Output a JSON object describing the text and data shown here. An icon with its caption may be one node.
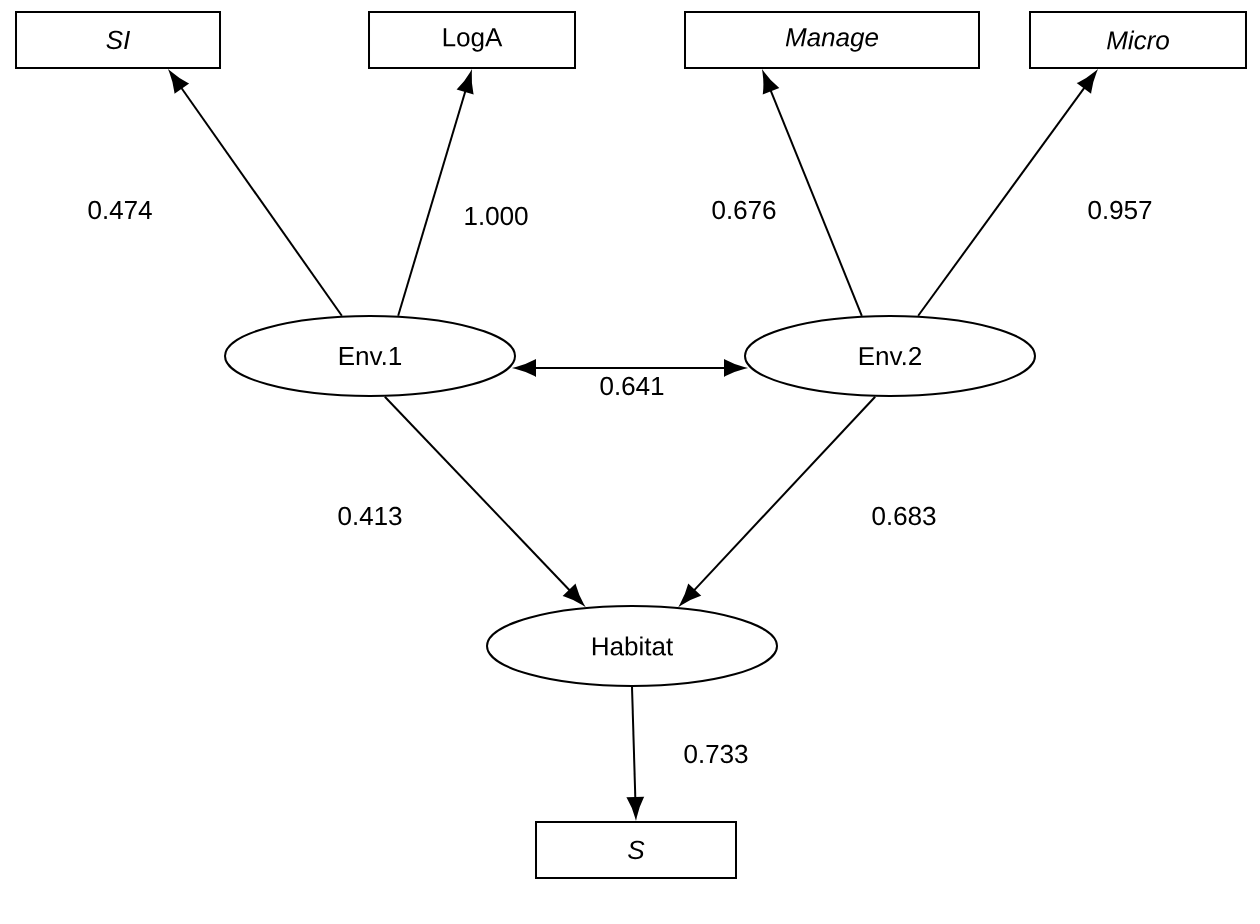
{
  "diagram": {
    "nodes": [
      {
        "text": [
          "SI"
        ]
      },
      {
        "text": [
          "LogA"
        ]
      },
      {
        "text": [
          "Manage"
        ]
      },
      {
        "text": [
          "Micro"
        ]
      },
      {
        "text": [
          "Env.1"
        ]
      },
      {
        "text": [
          "Env.2"
        ]
      },
      {
        "text": [
          "Habitat"
        ]
      },
      {
        "text": [
          "S"
        ]
      }
    ],
    "edges": [
      {
        "from": 4,
        "to": 0,
        "arrow": "to",
        "label": "0.474"
      },
      {
        "from": 4,
        "to": 1,
        "arrow": "to",
        "label": "1.000"
      },
      {
        "from": 5,
        "to": 2,
        "arrow": "to",
        "label": "0.676"
      },
      {
        "from": 5,
        "to": 3,
        "arrow": "to",
        "label": "0.957"
      },
      {
        "from": 4,
        "to": 5,
        "arrow": "both",
        "label": "0.641"
      },
      {
        "from": 4,
        "to": 6,
        "arrow": "to",
        "label": "0.413"
      },
      {
        "from": 5,
        "to": 6,
        "arrow": "to",
        "label": "0.683"
      },
      {
        "from": 6,
        "to": 7,
        "arrow": "to",
        "label": "0.733"
      }
    ]
  }
}
